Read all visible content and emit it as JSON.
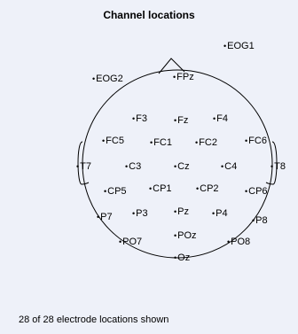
{
  "title": "Channel locations",
  "status": "28 of 28 electrode locations shown",
  "electrodes": [
    "EOG1",
    "EOG2",
    "FPz",
    "F3",
    "Fz",
    "F4",
    "FC5",
    "FC1",
    "FC2",
    "FC6",
    "T7",
    "C3",
    "Cz",
    "C4",
    "T8",
    "CP5",
    "CP1",
    "CP2",
    "CP6",
    "P7",
    "P3",
    "Pz",
    "P4",
    "P8",
    "PO7",
    "POz",
    "PO8",
    "Oz"
  ]
}
